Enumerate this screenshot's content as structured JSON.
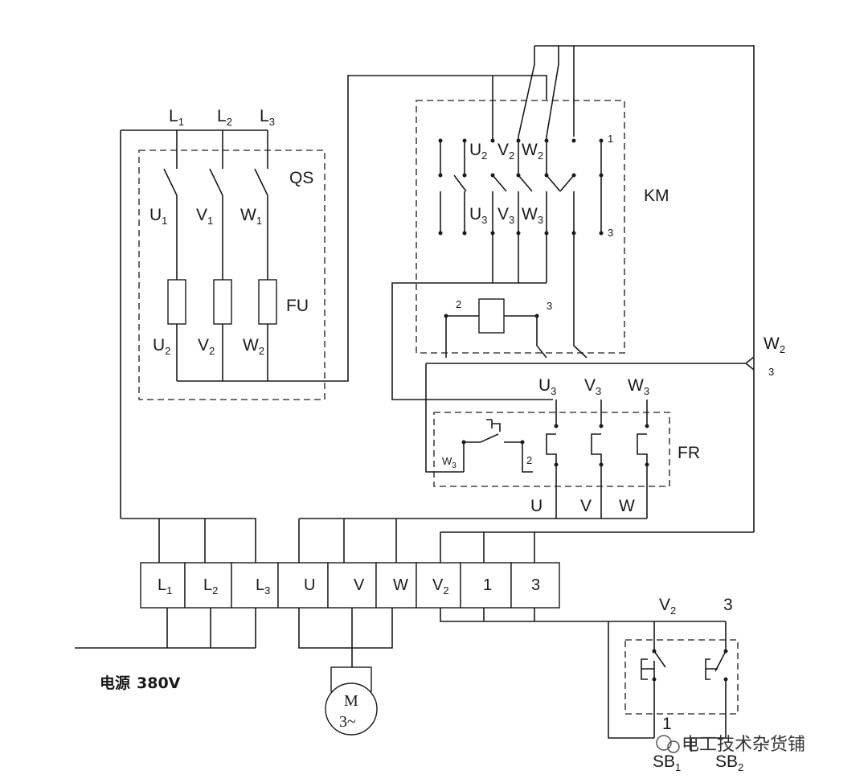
{
  "qs": {
    "label": "QS",
    "supply_labels": [
      [
        "L",
        "1"
      ],
      [
        "L",
        "2"
      ],
      [
        "L",
        "3"
      ]
    ],
    "switch_labels": [
      [
        "U",
        "1"
      ],
      [
        "V",
        "1"
      ],
      [
        "W",
        "1"
      ]
    ],
    "fuse_label": "FU",
    "fuse_out_labels": [
      [
        "U",
        "2"
      ],
      [
        "V",
        "2"
      ],
      [
        "W",
        "2"
      ]
    ]
  },
  "km": {
    "label": "KM",
    "top_labels": [
      [
        "U",
        "2"
      ],
      [
        "V",
        "2"
      ],
      [
        "W",
        "2"
      ]
    ],
    "bottom_labels": [
      [
        "U",
        "3"
      ],
      [
        "V",
        "3"
      ],
      [
        "W",
        "3"
      ]
    ],
    "aux_top": "1",
    "aux_bottom": "3",
    "coil_left": "2",
    "coil_right": "3"
  },
  "fr": {
    "label": "FR",
    "input_labels": [
      [
        "U",
        "3"
      ],
      [
        "V",
        "3"
      ],
      [
        "W",
        "3"
      ]
    ],
    "contact_left": [
      "W",
      "3"
    ],
    "contact_right": "2",
    "output_labels": [
      "U",
      "V",
      "W"
    ]
  },
  "w2_node": {
    "main": "W",
    "sub": "2",
    "note": "3"
  },
  "terminal_strip": {
    "cells": [
      [
        "L",
        "1"
      ],
      [
        "L",
        "2"
      ],
      [
        "L",
        "3"
      ],
      [
        "U",
        ""
      ],
      [
        "V",
        ""
      ],
      [
        "W",
        ""
      ],
      [
        "V",
        "2"
      ],
      [
        "1",
        ""
      ],
      [
        "3",
        ""
      ]
    ]
  },
  "power_label": {
    "text": "电源",
    "voltage": "380V"
  },
  "motor": {
    "symbol": "M",
    "phase": "3~"
  },
  "sb": {
    "top_left": [
      "V",
      "2"
    ],
    "top_right": "3",
    "bottom_mid": "1",
    "sb1": [
      "SB",
      "1"
    ],
    "sb2": [
      "SB",
      "2"
    ]
  },
  "watermark": "电工技术杂货铺"
}
